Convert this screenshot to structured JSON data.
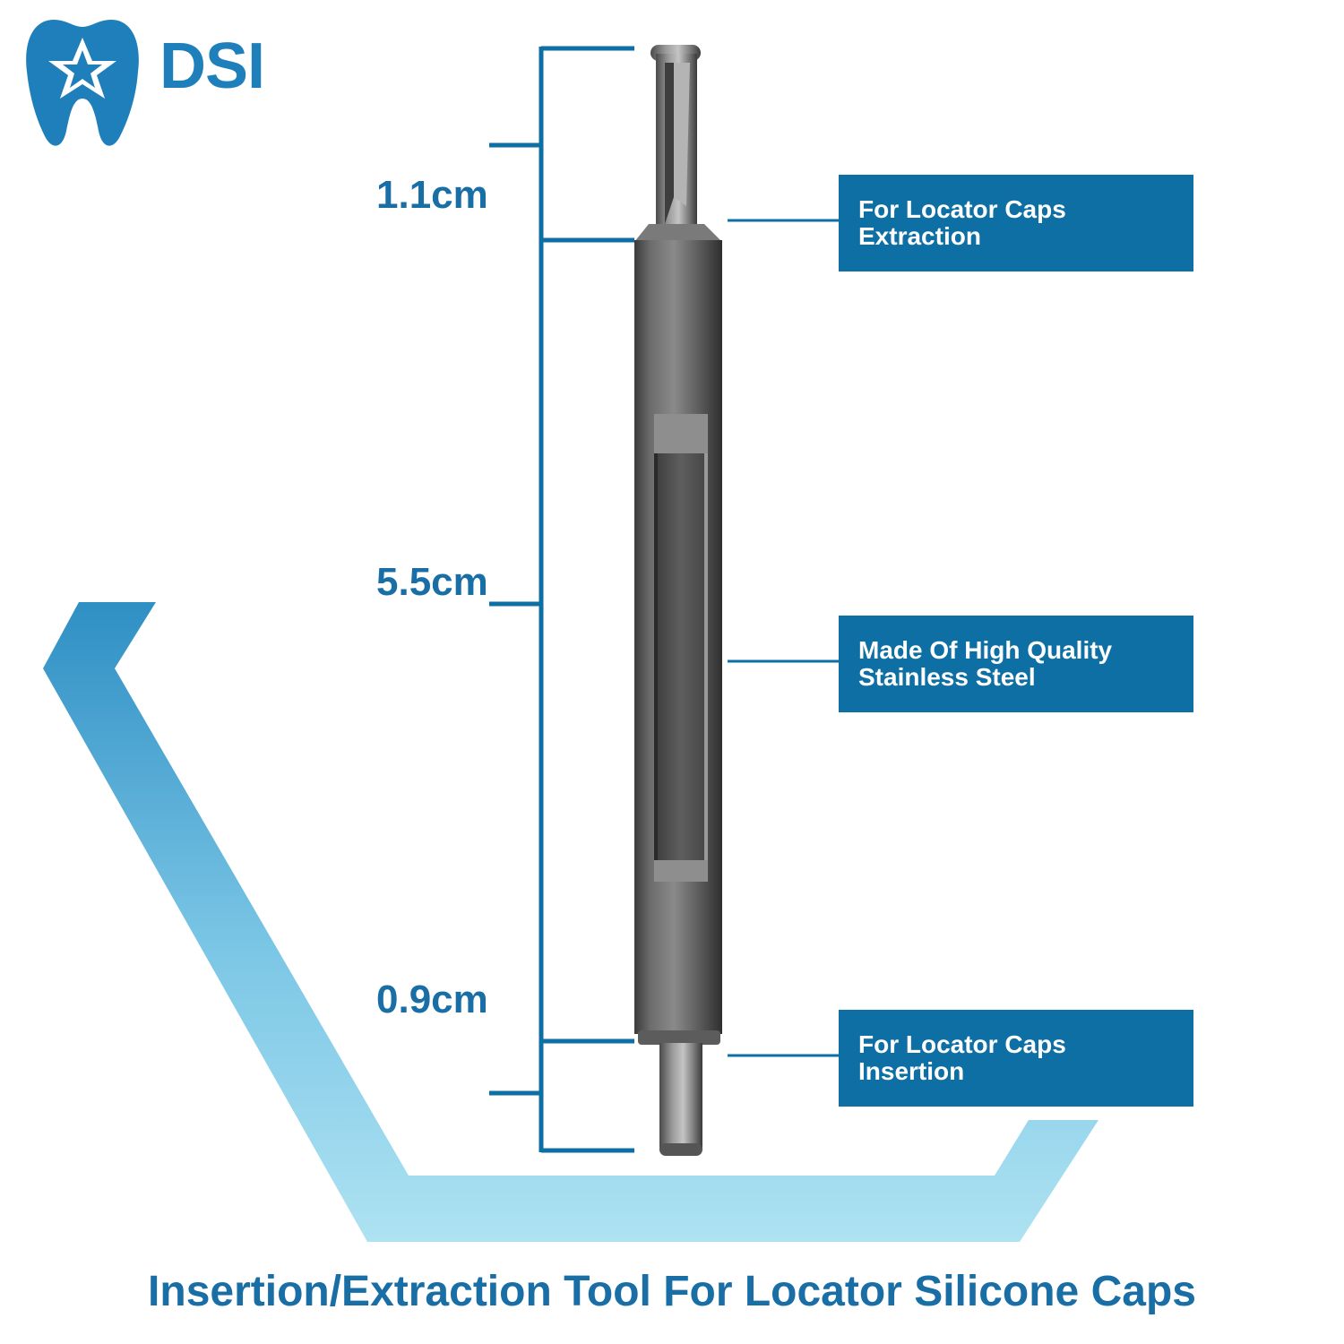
{
  "brand": {
    "name": "DSI",
    "logo_icon": "tooth-star-logo",
    "color": "#1f7fba"
  },
  "colors": {
    "accent": "#0e6fa5",
    "label_text": "#1a6ea6",
    "tray_light": "#a8e0f0",
    "tray_dark": "#2f8fc4"
  },
  "dimensions": [
    {
      "label": "1.1cm",
      "name": "extraction-tip"
    },
    {
      "label": "5.5cm",
      "name": "shaft"
    },
    {
      "label": "0.9cm",
      "name": "insertion-tip"
    }
  ],
  "callouts": [
    {
      "line1": "For Locator Caps",
      "line2": "Extraction"
    },
    {
      "line1": "Made Of High Quality",
      "line2": "Stainless Steel"
    },
    {
      "line1": "For Locator Caps",
      "line2": "Insertion"
    }
  ],
  "title": "Insertion/Extraction Tool For Locator Silicone Caps"
}
